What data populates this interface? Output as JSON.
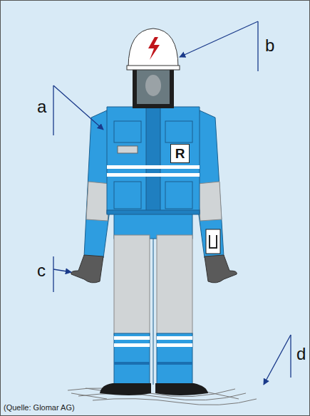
{
  "diagram": {
    "caption": "(Quelle: Glomar AG)",
    "nodes": [
      {
        "text": [
          "R"
        ]
      }
    ],
    "labels": [
      "a",
      "b",
      "c",
      "d"
    ]
  }
}
